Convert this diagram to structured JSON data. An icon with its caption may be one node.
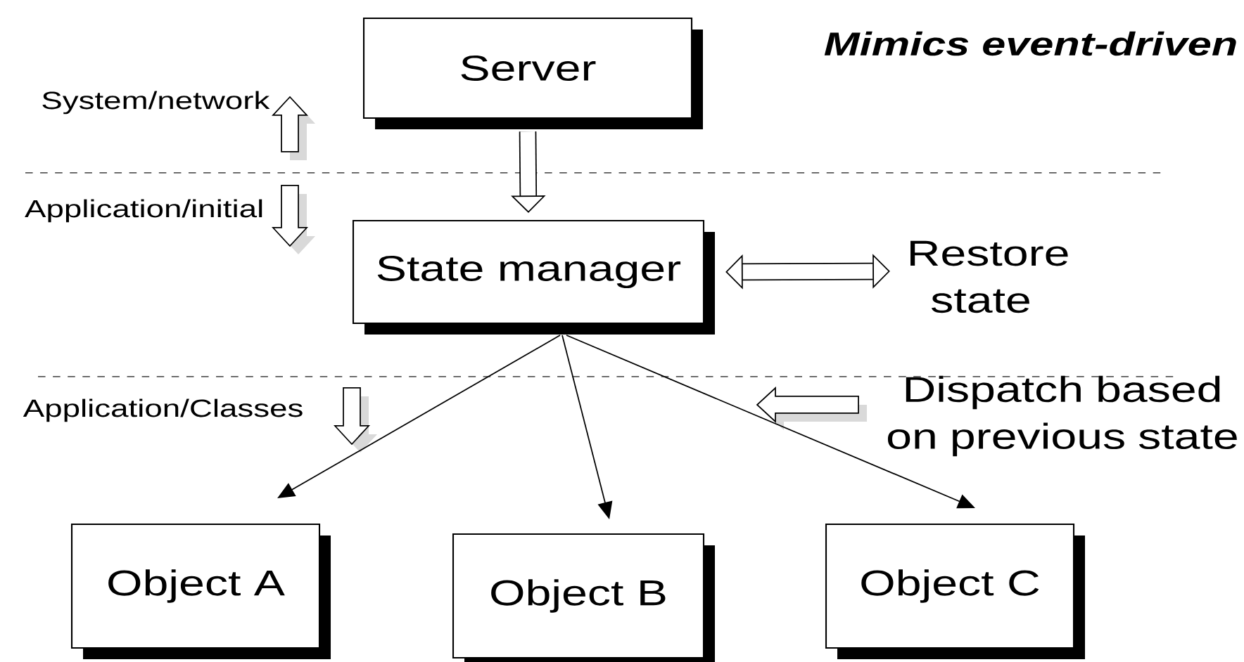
{
  "diagram": {
    "title": "Mimics event-driven",
    "nodes": [
      {
        "text": [
          "Server"
        ]
      },
      {
        "text": [
          "State manager"
        ]
      },
      {
        "text": [
          "Object A"
        ]
      },
      {
        "text": [
          "Object B"
        ]
      },
      {
        "text": [
          "Object C"
        ]
      },
      {
        "text": [
          "Restore state"
        ]
      }
    ],
    "edges": [
      {
        "from": 0,
        "to": 1,
        "arrow": "to",
        "style": "thick"
      },
      {
        "from": 1,
        "to": 5,
        "arrow": "both",
        "style": "thick"
      },
      {
        "from": 1,
        "to": 2,
        "arrow": "to"
      },
      {
        "from": 1,
        "to": 3,
        "arrow": "to"
      },
      {
        "from": 1,
        "to": 4,
        "arrow": "to"
      }
    ],
    "labels": [
      "System/network",
      "Application/initial",
      "Application/Classes",
      "Dispatch based on previous state"
    ]
  }
}
